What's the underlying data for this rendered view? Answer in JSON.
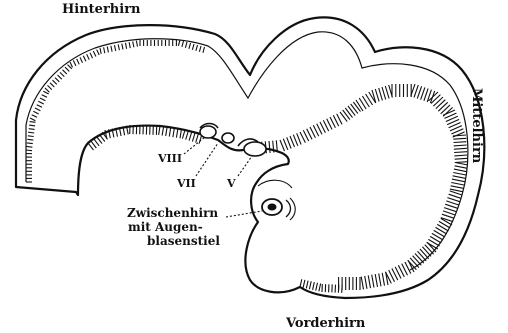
{
  "labels": {
    "hinterhirn": "Hinterhirn",
    "mittelhirn": "Mittelhirn",
    "vorderhirn": "Vorderhirn",
    "zwischenhirn_line1": "Zwischenhirn",
    "zwischenhirn_line2": "mit Augen-",
    "zwischenhirn_line3": "blasenstiel",
    "nerve_viii": "VIII",
    "nerve_vii": "VII",
    "nerve_v": "V"
  },
  "colors": {
    "ink": "#111111",
    "paper": "#ffffff"
  }
}
